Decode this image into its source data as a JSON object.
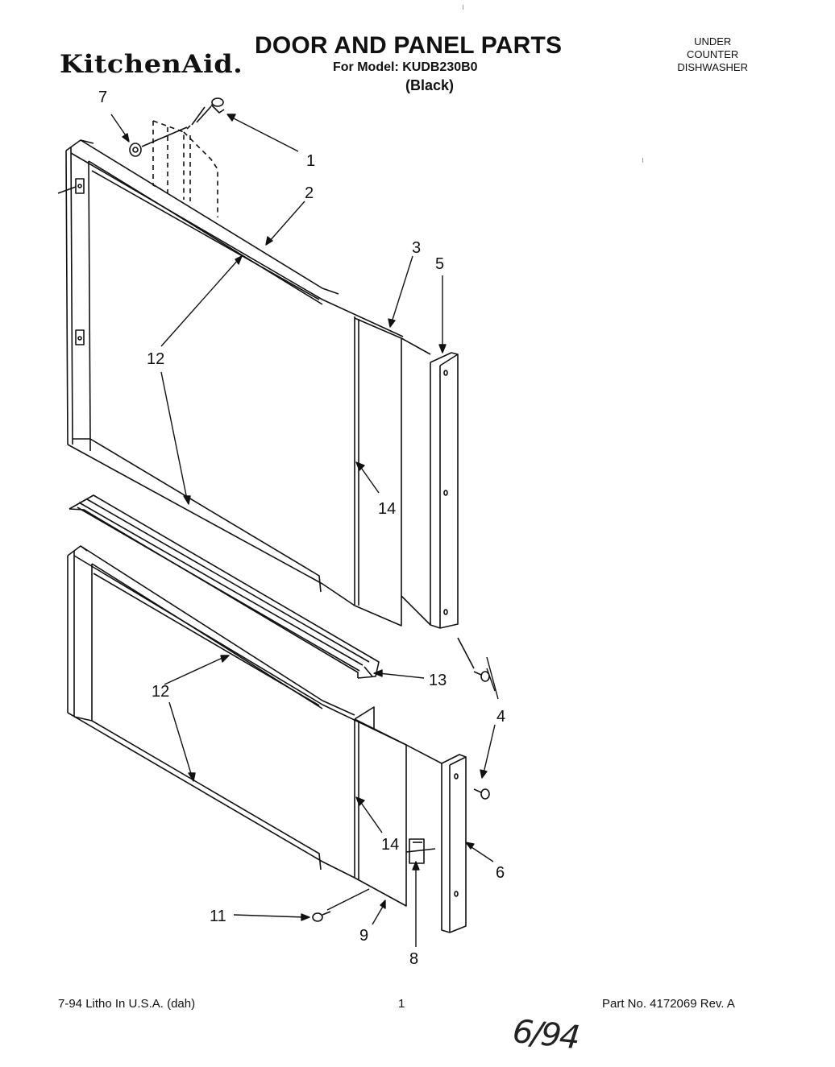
{
  "header": {
    "brand": "KitchenAid.",
    "title": "DOOR AND PANEL PARTS",
    "model": "For Model: KUDB230B0",
    "variant": "(Black)",
    "category_lines": [
      "UNDER",
      "COUNTER",
      "DISHWASHER"
    ]
  },
  "callouts": [
    "7",
    "1",
    "2",
    "3",
    "5",
    "12",
    "14",
    "13",
    "4",
    "12",
    "14",
    "6",
    "11",
    "9",
    "8"
  ],
  "footer": {
    "left": "7-94 Litho In U.S.A. (dah)",
    "page": "1",
    "right": "Part No. 4172069 Rev. A"
  },
  "handwritten_note": "6/94",
  "colors": {
    "ink": "#111111",
    "paper": "#ffffff"
  }
}
